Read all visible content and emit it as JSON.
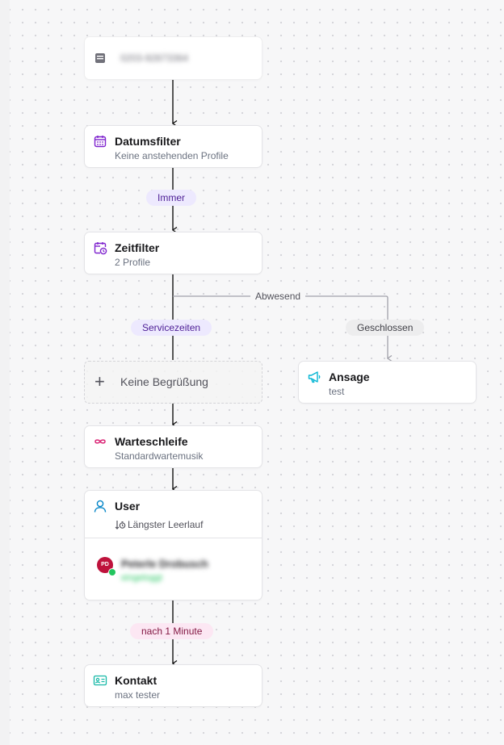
{
  "nodes": {
    "phone": {
      "number": "0203-92873364"
    },
    "datumsfilter": {
      "title": "Datumsfilter",
      "subtitle": "Keine anstehenden Profile"
    },
    "zeitfilter": {
      "title": "Zeitfilter",
      "subtitle": "2 Profile"
    },
    "begruessung": {
      "label": "Keine Begrüßung"
    },
    "ansage": {
      "title": "Ansage",
      "subtitle": "test"
    },
    "warteschleife": {
      "title": "Warteschleife",
      "subtitle": "Standardwartemusik"
    },
    "user": {
      "title": "User",
      "strategy": "Längster Leerlauf",
      "member_initials": "PD",
      "member_name": "Peterle Drobusch",
      "member_status": "eingeloggt"
    },
    "kontakt": {
      "title": "Kontakt",
      "subtitle": "max tester"
    }
  },
  "edges": {
    "immer": "Immer",
    "abwesend": "Abwesend",
    "servicezeiten": "Servicezeiten",
    "geschlossen": "Geschlossen",
    "nach_1_minute": "nach 1 Minute"
  },
  "colors": {
    "calendar_icon": "#7e22ce",
    "clock_icon": "#7e22ce",
    "loop_icon": "#db2777",
    "user_icon": "#0284c7",
    "announce_icon": "#06b6d4",
    "contact_icon": "#14b8a6",
    "status_online": "#22c55e"
  }
}
